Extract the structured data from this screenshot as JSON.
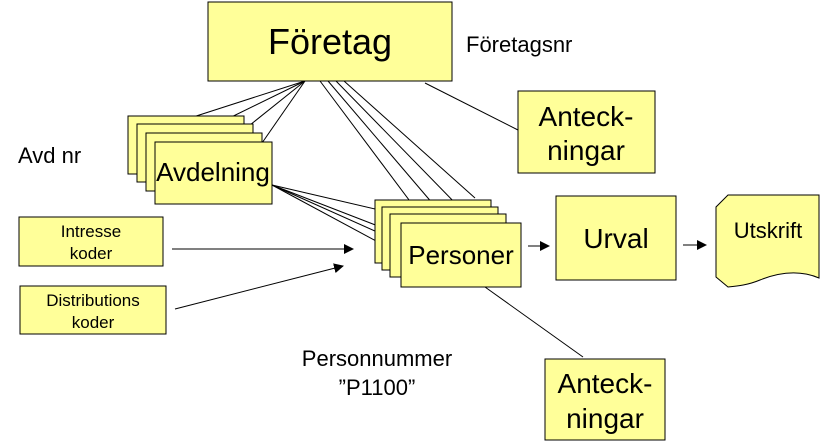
{
  "diagram": {
    "company": "Företag",
    "company_number_label": "Företagsnr",
    "notes_top": [
      "Anteck-",
      "ningar"
    ],
    "department_number_label": "Avd nr",
    "department": "Avdelning",
    "interest_codes": [
      "Intresse",
      "koder"
    ],
    "distribution_codes": [
      "Distributions",
      "koder"
    ],
    "persons": "Personer",
    "selection": "Urval",
    "printout": "Utskrift",
    "person_number_label": [
      "Personnummer",
      "”P1100”"
    ],
    "notes_bottom": [
      "Anteck-",
      "ningar"
    ],
    "colors": {
      "box_fill": "#ffff99",
      "stroke": "#000000"
    }
  }
}
